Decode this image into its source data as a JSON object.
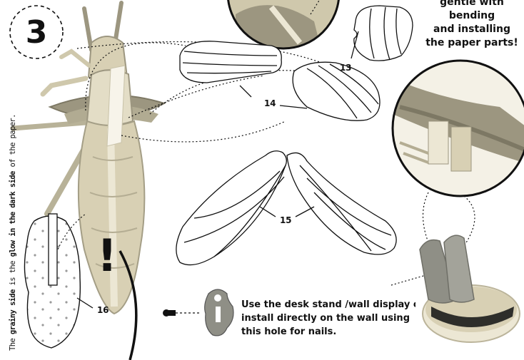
{
  "step": {
    "number": "3"
  },
  "tip": {
    "line1": "gentle with bending",
    "line2": "and installing",
    "line3": "the paper parts!"
  },
  "parts": {
    "part13": "13",
    "part14": "14",
    "part15": "15",
    "part16": "16"
  },
  "side_note": {
    "part1": "The ",
    "bold1": "grainy side",
    "part2": " is the ",
    "bold2": "glow in the dark side",
    "part3": " of the paper."
  },
  "stand_note": {
    "line1": "Use the desk stand /wall display or",
    "line2": "install directly on the wall using",
    "line3": "this hole for nails."
  },
  "warning": {
    "symbol": "!"
  },
  "colors": {
    "ink": "#111111",
    "paper_tan": "#d8d0b4",
    "paper_shadow": "#9c9680",
    "paper_light": "#ece7d4",
    "stand_grey": "#8f8f86",
    "dot_grey": "#9a9a9a"
  }
}
